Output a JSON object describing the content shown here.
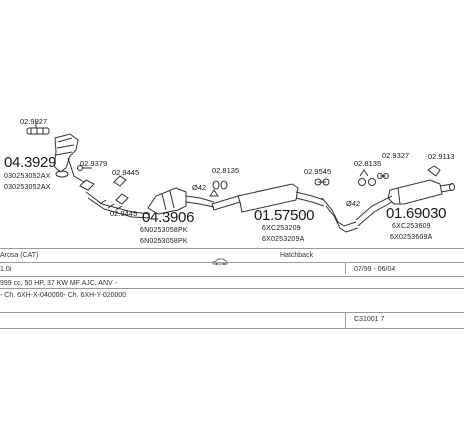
{
  "diagram": {
    "part_numbers": {
      "manifold_clamp": "02.9927",
      "catalyst_front": "04.3929",
      "catalyst_front_oe_1": "030253052AX",
      "catalyst_front_oe_2": "030253052AX",
      "bolt_1": "02.9379",
      "gasket_1": "02.9445",
      "gasket_2": "02.9445",
      "catalyst_main": "04.3906",
      "catalyst_main_oe_1": "6N0253058PK",
      "catalyst_main_oe_2": "6N0253058PK",
      "diam_1": "Ø42",
      "clamp_mid": "02.8135",
      "middle_silencer": "01.57500",
      "middle_silencer_oe_1": "6XC253209",
      "middle_silencer_oe_2": "6X0253209A",
      "mount_mid": "02.9545",
      "diam_2": "Ø42",
      "clamp_rear": "02.8135",
      "hanger_rear": "02.9327",
      "hanger_tail": "02.9113",
      "rear_silencer": "01.69030",
      "rear_silencer_oe_1": "6XC253609",
      "rear_silencer_oe_2": "6X0253609A"
    }
  },
  "info": {
    "model": "Arosa (CAT)",
    "body": "Hatchback",
    "engine": "1.0i",
    "years": "07/99 - 06/04",
    "spec": "999 cc, 50 HP, 37 KW MF AJC, ANV -",
    "chassis": "- Ch. 6XH-X-040000- Ch. 6XH-Y-020000",
    "ref_code": "C31001 7",
    "car_icon": "hatchback-car-icon"
  }
}
